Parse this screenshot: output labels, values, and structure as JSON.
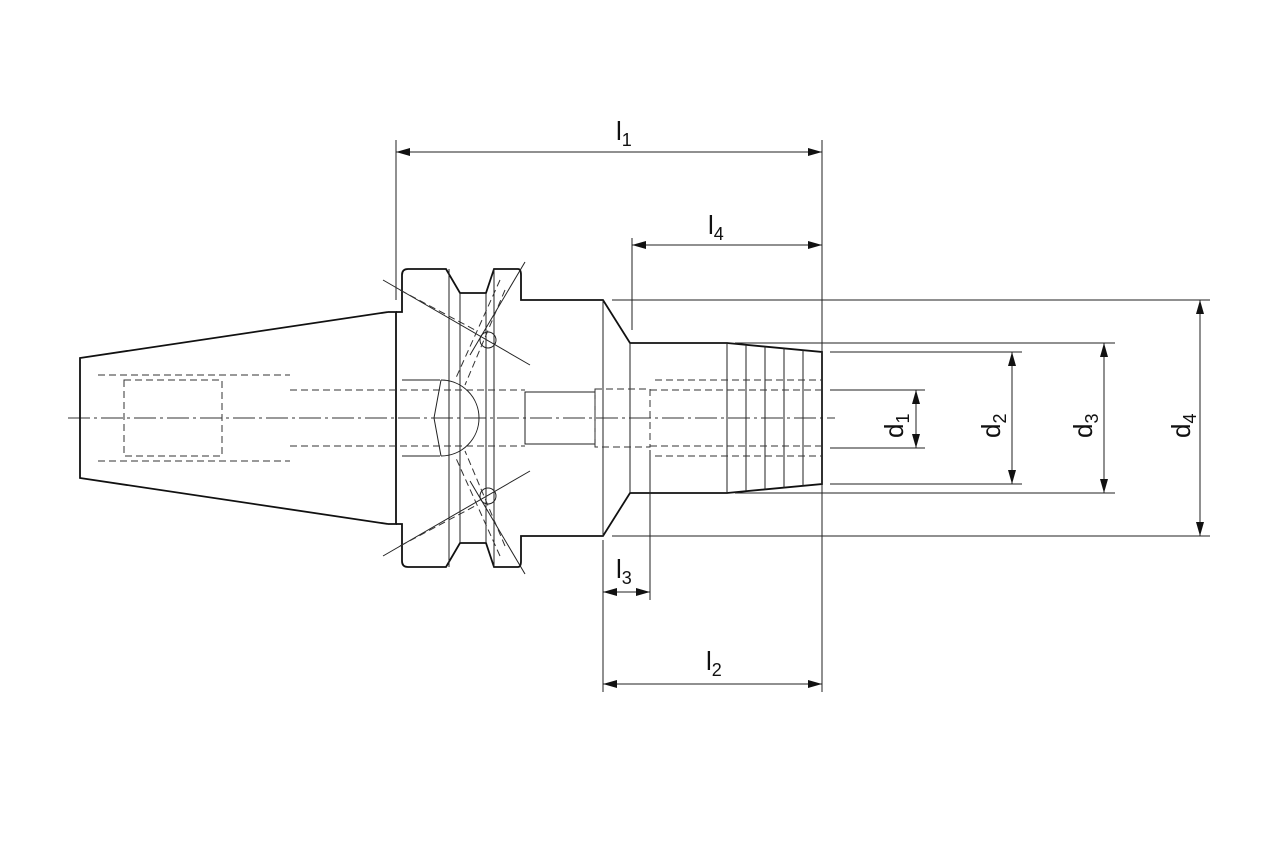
{
  "title": "Shrink chuck / collet holder technical drawing",
  "dimensions": {
    "l1": {
      "main": "l",
      "sub": "1"
    },
    "l2": {
      "main": "l",
      "sub": "2"
    },
    "l3": {
      "main": "l",
      "sub": "3"
    },
    "l4": {
      "main": "l",
      "sub": "4"
    },
    "d1": {
      "main": "d",
      "sub": "1"
    },
    "d2": {
      "main": "d",
      "sub": "2"
    },
    "d3": {
      "main": "d",
      "sub": "3"
    },
    "d4": {
      "main": "d",
      "sub": "4"
    }
  }
}
